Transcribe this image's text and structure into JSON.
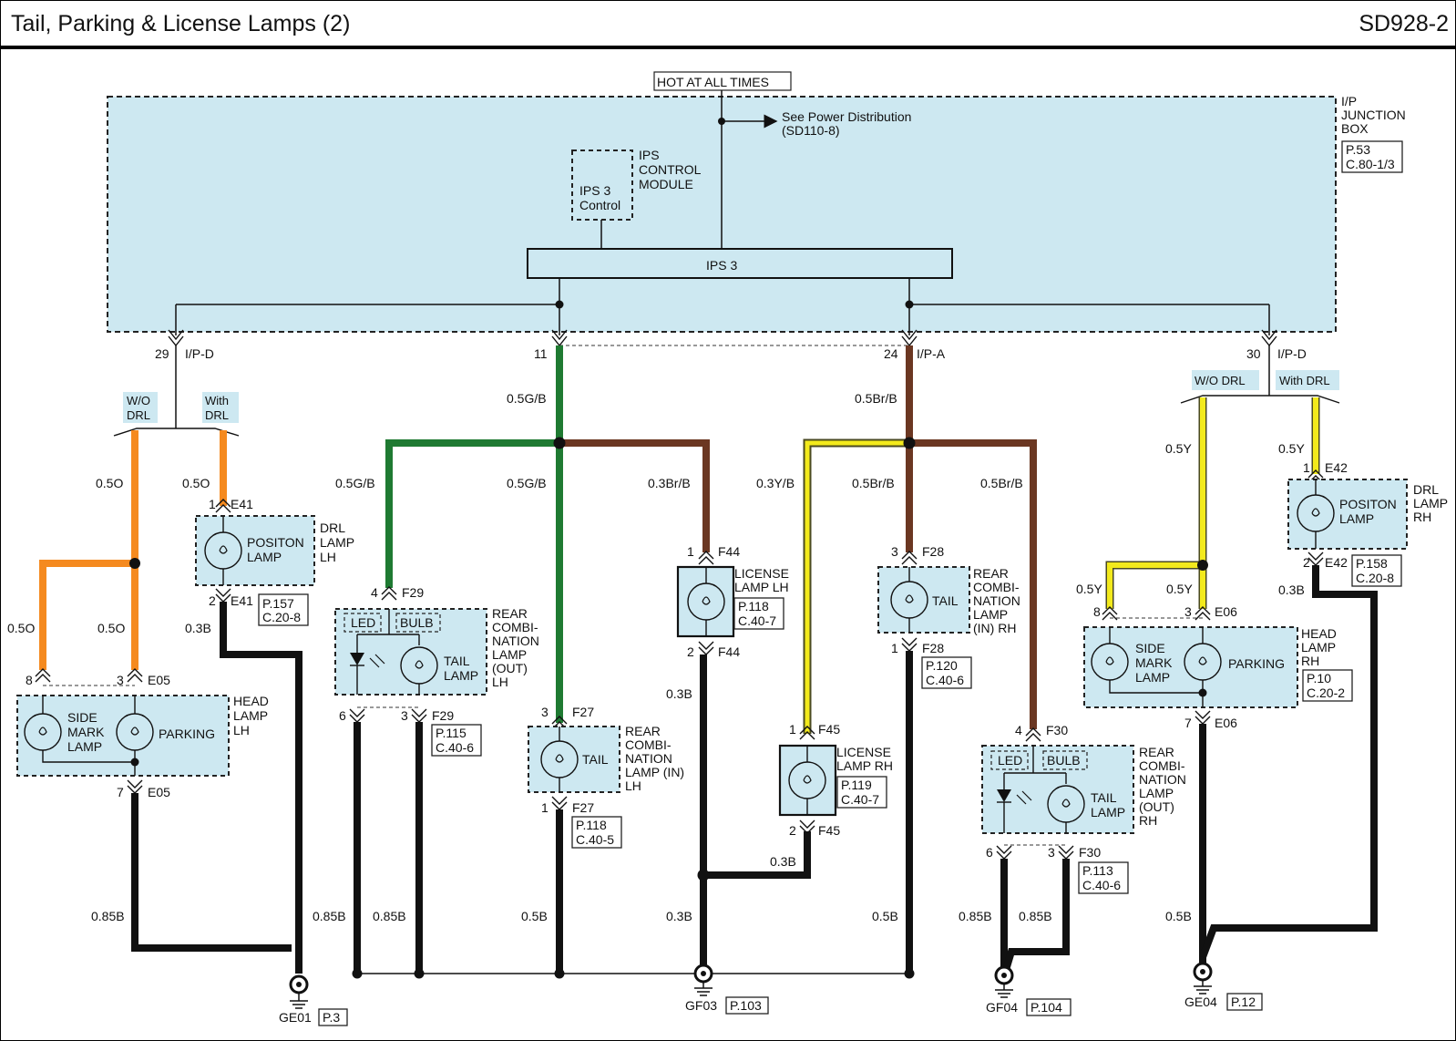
{
  "header": {
    "title": "Tail, Parking & License Lamps (2)",
    "code": "SD928-2"
  },
  "colors": {
    "panel": "#cde8f1",
    "orange": "#f58a1f",
    "green": "#1f7a32",
    "brown": "#6b3722",
    "yellow": "#f3ea1c",
    "black": "#111111"
  },
  "power": {
    "hot": "HOT AT ALL TIMES",
    "see1": "See Power Distribution",
    "see2": "(SD110-8)"
  },
  "junction": {
    "l1": "I/P",
    "l2": "JUNCTION",
    "l3": "BOX",
    "ref1": "P.53",
    "ref2": "C.80-1/3"
  },
  "ips_module": {
    "l1": "IPS",
    "l2": "CONTROL",
    "l3": "MODULE",
    "box1": "IPS 3",
    "box2": "Control"
  },
  "ips3": "IPS 3",
  "outputs": {
    "o1": {
      "pin": "29",
      "conn": "I/P-D"
    },
    "o2": {
      "pin": "11"
    },
    "o3": {
      "pin": "24",
      "conn": "I/P-A"
    },
    "o4": {
      "pin": "30",
      "conn": "I/P-D"
    }
  },
  "drl": {
    "wo1": "W/O",
    "wo2": "DRL",
    "w1": "With",
    "w2": "DRL",
    "wo_full": "W/O DRL",
    "w_full": "With DRL"
  },
  "wires": {
    "o50": "0.5O",
    "g50": "0.5G/B",
    "br50": "0.5Br/B",
    "br30": "0.3Br/B",
    "y30": "0.3Y/B",
    "y50": "0.5Y",
    "b30": "0.3B",
    "b50": "0.5B",
    "b85": "0.85B"
  },
  "pins": {
    "p1": "1",
    "p2": "2",
    "p3": "3",
    "p4": "4",
    "p6": "6",
    "p7": "7",
    "p8": "8"
  },
  "conns": {
    "E41": "E41",
    "E05": "E05",
    "F29": "F29",
    "F27": "F27",
    "F44": "F44",
    "F45": "F45",
    "F28": "F28",
    "F30": "F30",
    "E06": "E06",
    "E42": "E42"
  },
  "labels": {
    "positon_l1": "POSITON",
    "positon_l2": "LAMP",
    "drl_lh1": "DRL",
    "drl_lh2": "LAMP",
    "drl_lh3": "LH",
    "drl_rh3": "RH",
    "side1": "SIDE",
    "side2": "MARK",
    "side3": "LAMP",
    "parking": "PARKING",
    "head1": "HEAD",
    "head2": "LAMP",
    "lh": "LH",
    "rh": "RH",
    "led": "LED",
    "bulb": "BULB",
    "tail1": "TAIL",
    "tail2": "LAMP",
    "tail": "TAIL",
    "rc1": "REAR",
    "rc2": "COMBI-",
    "rc3": "NATION",
    "rc4": "LAMP",
    "rc5": "(OUT)",
    "rcin4": "LAMP (IN)",
    "rcin_rh4": "LAMP",
    "rcin_rh5": "(IN) RH",
    "rc2b": "COMBI-",
    "rc3b": "NATION",
    "lic1": "LICENSE",
    "lic_lh2": "LAMP LH",
    "lic_rh2": "LAMP RH"
  },
  "refs": {
    "r157a": "P.157",
    "r157b": "C.20-8",
    "r115a": "P.115",
    "r115b": "C.40-6",
    "r118a": "P.118",
    "r118b": "C.40-5",
    "r118la": "P.118",
    "r118lb": "C.40-7",
    "r119a": "P.119",
    "r119b": "C.40-7",
    "r120a": "P.120",
    "r120b": "C.40-6",
    "r113a": "P.113",
    "r113b": "C.40-6",
    "r10a": "P.10",
    "r10b": "C.20-2",
    "r158a": "P.158",
    "r158b": "C.20-8"
  },
  "grounds": {
    "ge01": "GE01",
    "ge01p": "P.3",
    "gf03": "GF03",
    "gf03p": "P.103",
    "gf04": "GF04",
    "gf04p": "P.104",
    "ge04": "GE04",
    "ge04p": "P.12"
  }
}
